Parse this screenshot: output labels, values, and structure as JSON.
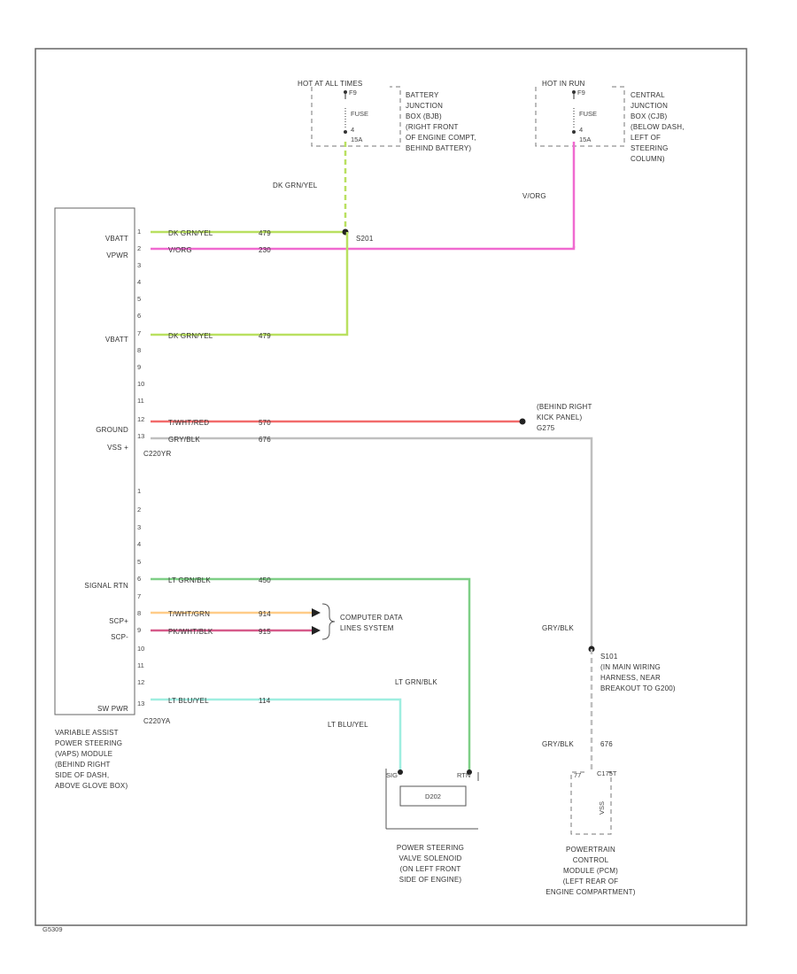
{
  "colors": {
    "dk_grn_yel": "#b9e060",
    "v_org": "#f06ad0",
    "t_wht_red": "#f26b6b",
    "gry_blk": "#bfbfbf",
    "lt_grn_blk": "#7ecf86",
    "t_wht_grn": "#ffcc88",
    "pk_wht_blk": "#d65a8a",
    "lt_blu_yel": "#9feee0",
    "frame": "#666666"
  },
  "fuse_left": {
    "header": "HOT AT ALL TIMES",
    "pin_top": "F9",
    "fuse_label": "FUSE",
    "fuse_num": "4",
    "fuse_amp": "15A",
    "description": [
      "BATTERY",
      "JUNCTION",
      "BOX (BJB)",
      "(RIGHT FRONT",
      "OF ENGINE COMPT,",
      "BEHIND BATTERY)"
    ]
  },
  "fuse_right": {
    "header": "HOT IN RUN",
    "pin_top": "F9",
    "fuse_label": "FUSE",
    "fuse_num": "4",
    "fuse_amp": "15A",
    "description": [
      "CENTRAL",
      "JUNCTION",
      "BOX (CJB)",
      "(BELOW DASH,",
      "LEFT OF",
      "STEERING",
      "COLUMN)"
    ]
  },
  "module": {
    "labels": {
      "vbatt_1": "VBATT",
      "vpwr": "VPWR",
      "vbatt_2": "VBATT",
      "ground": "GROUND",
      "vss": "VSS +",
      "connector_1": "C220YR",
      "signal_rtn": "SIGNAL RTN",
      "scp_plus": "SCP+",
      "scp_minus": "SCP-",
      "sw_pwr": "SW PWR",
      "connector_2": "C220YA"
    },
    "pins_upper": [
      "1",
      "2",
      "3",
      "4",
      "5",
      "6",
      "7",
      "8",
      "9",
      "10",
      "11",
      "12",
      "13"
    ],
    "pins_lower": [
      "1",
      "2",
      "3",
      "4",
      "5",
      "6",
      "7",
      "8",
      "9",
      "10",
      "11",
      "12",
      "13"
    ],
    "description": [
      "VARIABLE ASSIST",
      "POWER STEERING",
      "(VAPS) MODULE",
      "(BEHIND RIGHT",
      "SIDE OF DASH,",
      "ABOVE GLOVE BOX)"
    ]
  },
  "wires": {
    "w1": {
      "color": "DK GRN/YEL",
      "circuit": "479"
    },
    "w2": {
      "color": "V/ORG",
      "circuit": "230"
    },
    "w7": {
      "color": "DK GRN/YEL",
      "circuit": "479"
    },
    "w12": {
      "color": "T/WHT/RED",
      "circuit": "570"
    },
    "w13": {
      "color": "GRY/BLK",
      "circuit": "676"
    },
    "b6": {
      "color": "LT GRN/BLK",
      "circuit": "450"
    },
    "b8": {
      "color": "T/WHT/GRN",
      "circuit": "914"
    },
    "b9": {
      "color": "PK/WHT/BLK",
      "circuit": "915"
    },
    "b13": {
      "color": "LT BLU/YEL",
      "circuit": "114"
    }
  },
  "splices": {
    "s201_label": "S201",
    "s201_vertical_color": "DK GRN/YEL",
    "v_org_vertical": "V/ORG",
    "gry_blk_upper": "GRY/BLK",
    "s101_label": [
      "S101",
      "(IN MAIN WIRING",
      "HARNESS, NEAR",
      "BREAKOUT TO G200)"
    ],
    "gry_blk_lower": "GRY/BLK",
    "gry_blk_lower_circuit": "676"
  },
  "ground": {
    "label": [
      "(BEHIND RIGHT",
      "KICK PANEL)",
      "G275"
    ]
  },
  "data_lines": {
    "label": [
      "COMPUTER DATA",
      "LINES SYSTEM"
    ]
  },
  "solenoid": {
    "lt_grn_blk": "LT GRN/BLK",
    "lt_blu_yel": "LT BLU/YEL",
    "pin_left": "SIG",
    "pin_right": "RTN",
    "body": "D202",
    "description": [
      "POWER STEERING",
      "VALVE SOLENOID",
      "(ON LEFT FRONT",
      "SIDE OF ENGINE)"
    ]
  },
  "pcm": {
    "pin": "77",
    "connector": "C175T",
    "body": "VSS",
    "description": [
      "POWERTRAIN",
      "CONTROL",
      "MODULE (PCM)",
      "(LEFT REAR OF",
      "ENGINE COMPARTMENT)"
    ]
  },
  "footer": {
    "code": "G5309"
  }
}
